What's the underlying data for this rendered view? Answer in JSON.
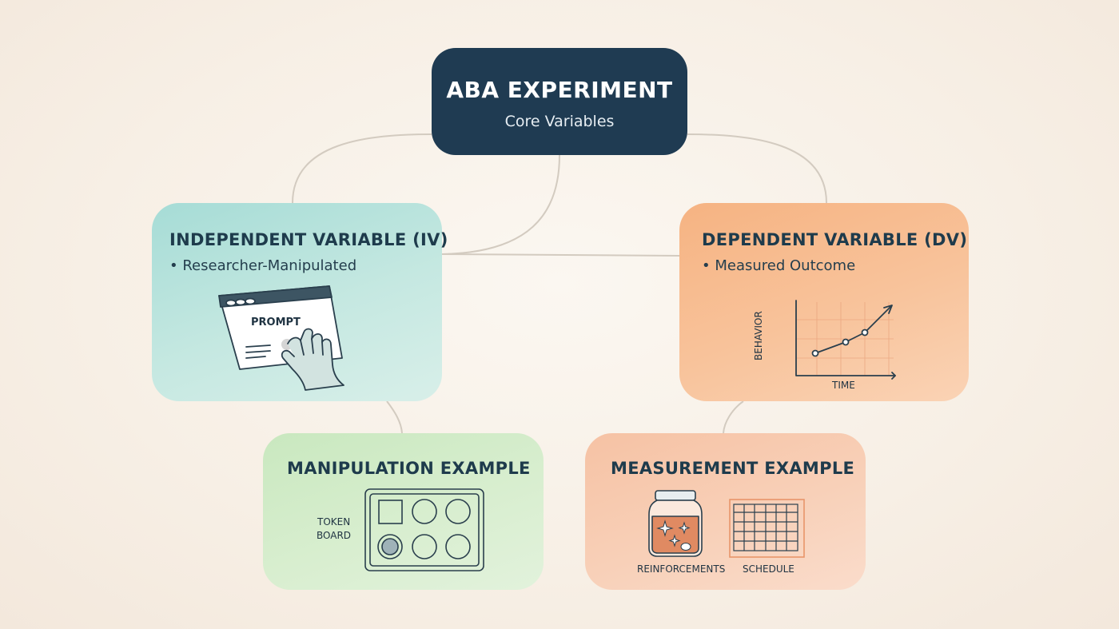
{
  "root": {
    "title": "ABA EXPERIMENT",
    "subtitle": "Core Variables"
  },
  "iv": {
    "title": "INDEPENDENT VARIABLE (IV)",
    "bullet": "• Researcher-Manipulated",
    "illustration_label": "PROMPT"
  },
  "dv": {
    "title": "DEPENDENT VARIABLE (DV)",
    "bullet": "• Measured Outcome",
    "graph": {
      "x_label": "TIME",
      "y_label": "BEHAVIOR"
    }
  },
  "manipulation": {
    "title": "MANIPULATION EXAMPLE",
    "label_line1": "TOKEN",
    "label_line2": "BOARD"
  },
  "measurement": {
    "title": "MEASUREMENT EXAMPLE",
    "label_left": "REINFORCEMENTS",
    "label_right": "SCHEDULE"
  },
  "colors": {
    "root": "#1f3b52",
    "iv": "#a6dcd6",
    "dv": "#f6b382",
    "manipulation": "#c9e8bf",
    "measurement": "#f6c2a4",
    "jar_fill": "#e08a62",
    "line": "#2a3f4d"
  }
}
